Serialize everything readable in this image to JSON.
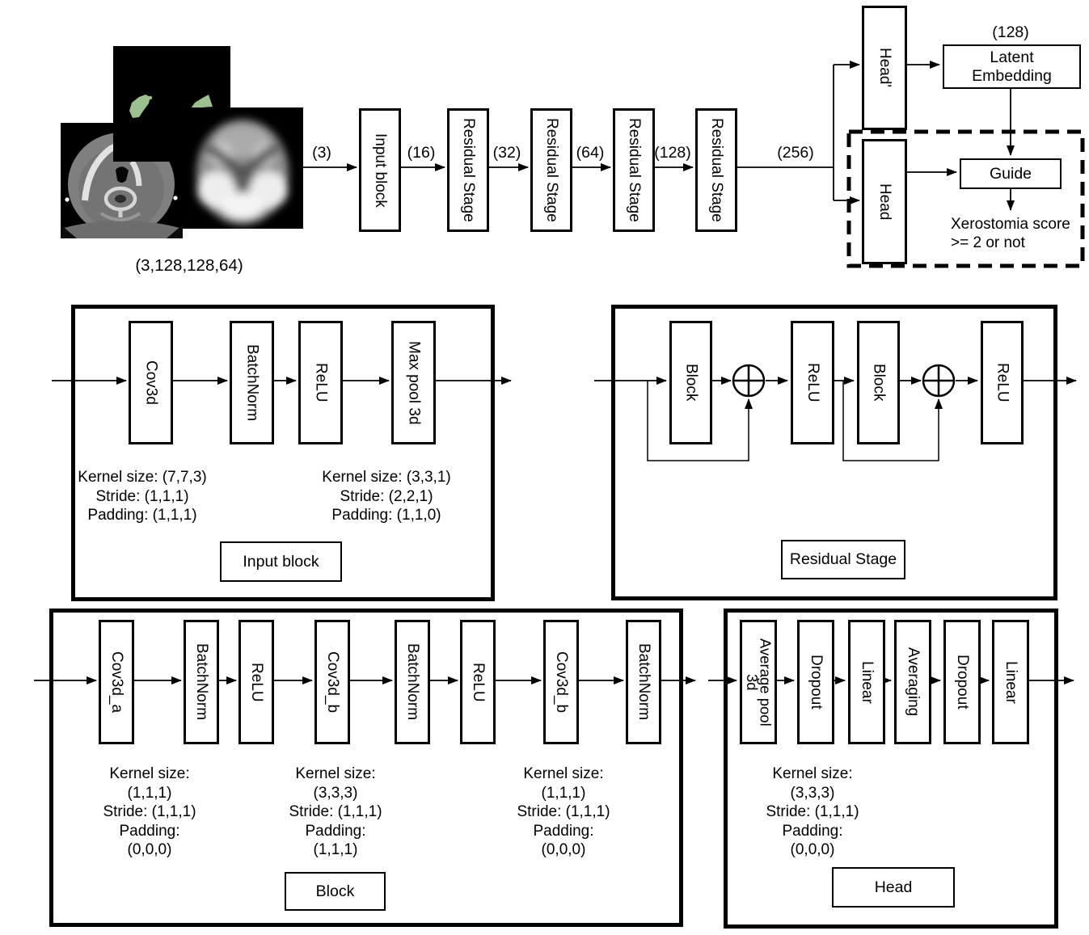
{
  "colors": {
    "mask_green": "#9cc08f",
    "ink": "#000000"
  },
  "input_images": {
    "shape_caption": "(3,128,128,64)"
  },
  "pipeline": {
    "channels": [
      "(3)",
      "(16)",
      "(32)",
      "(64)",
      "(128)",
      "(256)"
    ],
    "stages": [
      "Input block",
      "Residual Stage",
      "Residual Stage",
      "Residual Stage",
      "Residual Stage"
    ],
    "head_prime": "Head'",
    "head": "Head",
    "latent_dim": "(128)",
    "latent": "Latent\nEmbedding",
    "guide": "Guide",
    "output": "Xerostomia score\n>= 2 or not"
  },
  "panels": {
    "input_block": {
      "title": "Input block",
      "layers": [
        "Cov3d",
        "BatchNorm",
        "ReLU",
        "Max pool 3d"
      ],
      "params_left": "Kernel size: (7,7,3)\nStride: (1,1,1)\nPadding: (1,1,1)",
      "params_right": "Kernel size: (3,3,1)\nStride: (2,2,1)\nPadding: (1,1,0)"
    },
    "residual_stage": {
      "title": "Residual Stage",
      "layers": [
        "Block",
        "ReLU",
        "Block",
        "ReLU"
      ]
    },
    "block": {
      "title": "Block",
      "layers": [
        "Cov3d_a",
        "BatchNorm",
        "ReLU",
        "Cov3d_b",
        "BatchNorm",
        "ReLU",
        "Cov3d_b",
        "BatchNorm"
      ],
      "params": [
        "Kernel size:\n(1,1,1)\nStride: (1,1,1)\nPadding:\n(0,0,0)",
        "Kernel size:\n(3,3,3)\nStride: (1,1,1)\nPadding:\n(1,1,1)",
        "Kernel size:\n(1,1,1)\nStride: (1,1,1)\nPadding:\n(0,0,0)"
      ]
    },
    "head": {
      "title": "Head",
      "layers": [
        "Average pool\n3d",
        "Dropout",
        "Linear",
        "Averaging",
        "Dropout",
        "Linear"
      ],
      "params": "Kernel size:\n(3,3,3)\nStride: (1,1,1)\nPadding:\n(0,0,0)"
    }
  }
}
